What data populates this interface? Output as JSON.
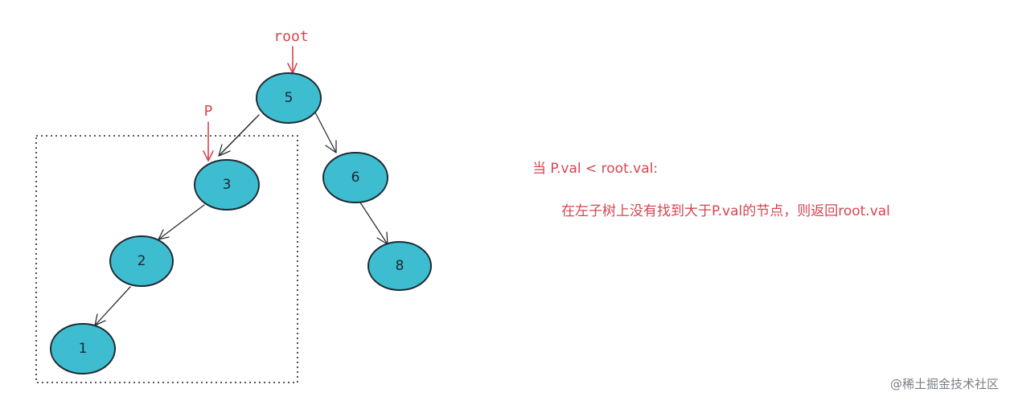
{
  "tree": {
    "nodes": [
      {
        "id": "n5",
        "label": "5"
      },
      {
        "id": "n3",
        "label": "3"
      },
      {
        "id": "n6",
        "label": "6"
      },
      {
        "id": "n2",
        "label": "2"
      },
      {
        "id": "n8",
        "label": "8"
      },
      {
        "id": "n1",
        "label": "1"
      }
    ],
    "edges": [
      {
        "from": "n5",
        "to": "n3"
      },
      {
        "from": "n5",
        "to": "n6"
      },
      {
        "from": "n3",
        "to": "n2"
      },
      {
        "from": "n2",
        "to": "n1"
      },
      {
        "from": "n6",
        "to": "n8"
      }
    ]
  },
  "pointers": {
    "root": {
      "label": "root",
      "target": "n5"
    },
    "p": {
      "label": "P",
      "target": "n3"
    }
  },
  "colors": {
    "node_fill": "#3fbdd0",
    "accent_red": "#d6454f",
    "edge": "#2b2f33"
  },
  "note": {
    "title": "当 P.val < root.val:",
    "body": "在左子树上没有找到大于P.val的节点，则返回root.val"
  },
  "watermark": "@稀土掘金技术社区"
}
